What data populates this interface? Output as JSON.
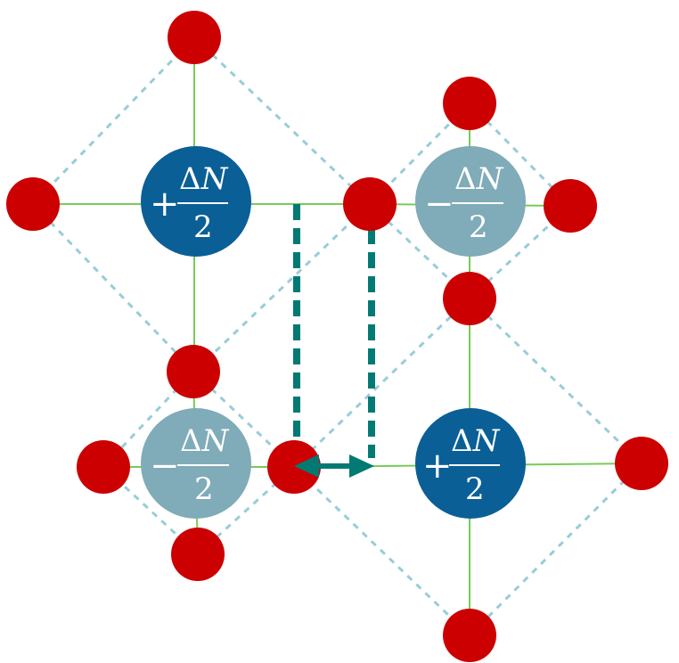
{
  "diagram": {
    "colors": {
      "background": "#ffffff",
      "oxygen": "#cc0000",
      "positive_cation": "#0a5f96",
      "negative_cation": "#80abb8",
      "bond": "#77cc55",
      "octahedron_edge": "#99ccd9",
      "displacement": "#007a73",
      "text": "#ffffff"
    },
    "labels": {
      "positive": {
        "sign": "+",
        "delta": "Δ",
        "symbol": "N",
        "denominator": "2"
      },
      "negative": {
        "sign": "−",
        "delta": "Δ",
        "symbol": "N",
        "denominator": "2"
      }
    },
    "octahedra": [
      {
        "id": "top-left",
        "charge": "positive",
        "size": "large"
      },
      {
        "id": "top-right",
        "charge": "negative",
        "size": "small"
      },
      {
        "id": "bottom-left",
        "charge": "negative",
        "size": "small"
      },
      {
        "id": "bottom-right",
        "charge": "positive",
        "size": "large"
      }
    ]
  }
}
